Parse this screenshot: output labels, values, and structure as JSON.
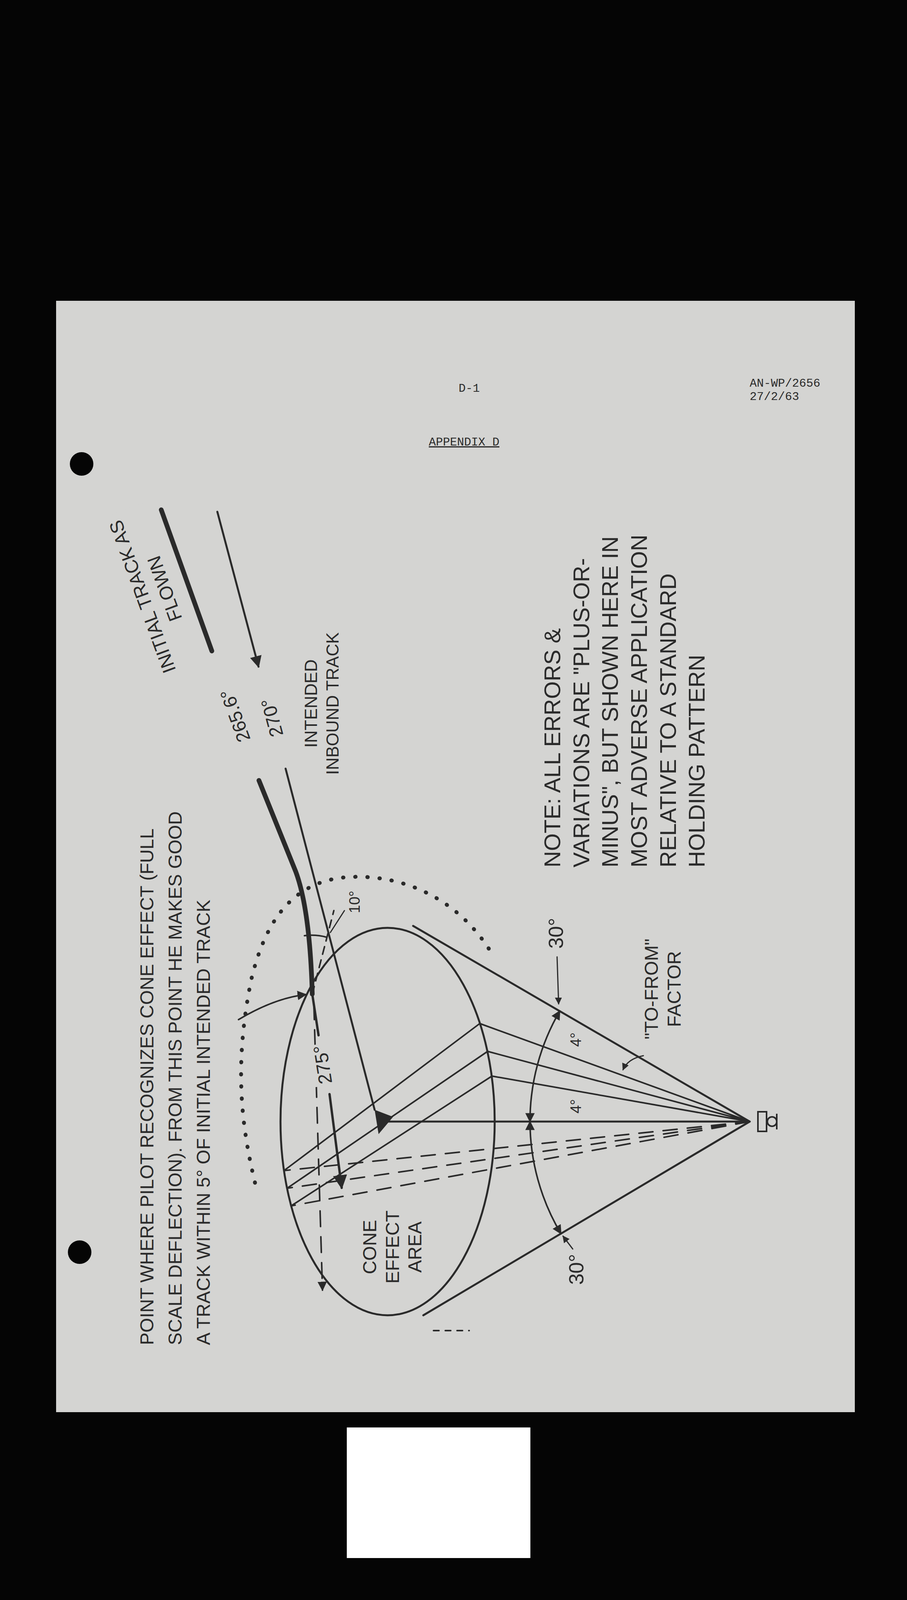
{
  "diagram": {
    "labels": [
      "D-1",
      "APPENDIX D",
      "AN-WP/2656",
      "27/2/63",
      "POINT WHERE PILOT RECOGNIZES CONE EFFECT (FULL SCALE DEFLECTION). FROM THIS POINT HE MAKES GOOD A TRACK WITHIN 5° OF INITIAL INTENDED TRACK",
      "INITIAL TRACK AS FLOWN",
      "265.6°",
      "270°",
      "INTENDED INBOUND TRACK",
      "NOTE: ALL ERRORS & VARIATIONS ARE \"PLUS-OR-MINUS\", BUT SHOWN HERE IN MOST ADVERSE APPLICATION RELATIVE TO A STANDARD HOLDING PATTERN",
      "\"TO-FROM\" FACTOR",
      "CONE EFFECT AREA",
      "30°",
      "30°",
      "4°",
      "4°",
      "275°",
      "10°"
    ]
  }
}
